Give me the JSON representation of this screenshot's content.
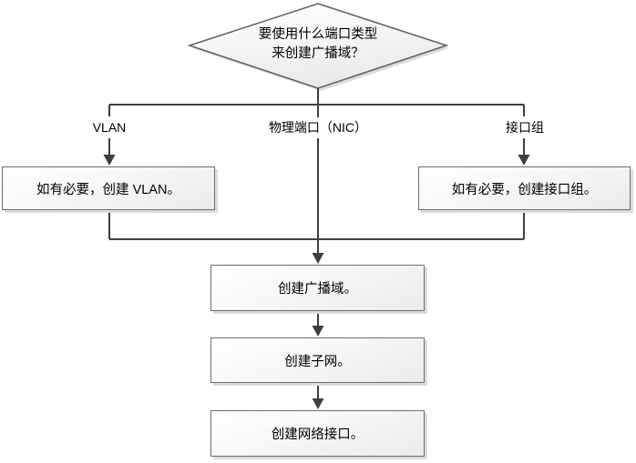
{
  "flowchart": {
    "decision": {
      "line1": "要使用什么端口类型",
      "line2": "来创建广播域？"
    },
    "branch_labels": {
      "vlan": "VLAN",
      "nic": "物理端口（NIC）",
      "ifgrp": "接口组"
    },
    "boxes": {
      "create_vlan": "如有必要，创建 VLAN。",
      "create_ifgrp": "如有必要，创建接口组。",
      "create_broadcast_domain": "创建广播域。",
      "create_subnet": "创建子网。",
      "create_network_interface": "创建网络接口。"
    },
    "colors": {
      "line": "#3f3f3f",
      "box_border": "#6e6e6e",
      "box_fill_top": "#ffffff",
      "box_fill_bottom": "#ebebeb",
      "shadow": "#dcdcdc",
      "text": "#000000"
    }
  }
}
